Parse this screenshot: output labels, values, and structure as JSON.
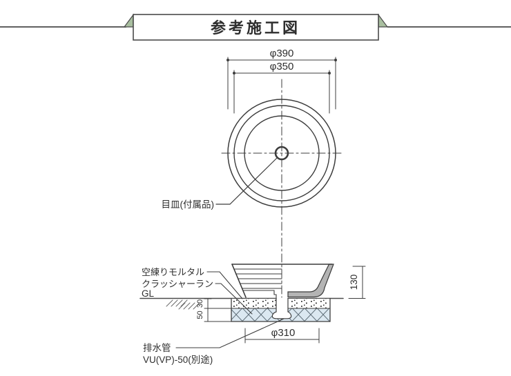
{
  "banner": {
    "title": "参考施工図"
  },
  "top_view": {
    "dim_outer": "φ390",
    "dim_inner": "φ350",
    "strainer_label": "目皿(付属品)"
  },
  "section_view": {
    "mortar_label": "空練りモルタル",
    "crusher_label": "クラッシャーラン",
    "gl_label": "GL",
    "height_dim": "130",
    "mortar_depth_dim": "30",
    "crusher_depth_dim": "50",
    "base_dim": "φ310",
    "pipe_label_line1": "排水管",
    "pipe_label_line2": "VU(VP)-50(別途)"
  },
  "colors": {
    "line": "#3c3c3c",
    "ribbon_green": "#a9bfa0",
    "basin_gray": "#b4b4b4",
    "crusher_blue": "#dbe8f1"
  }
}
